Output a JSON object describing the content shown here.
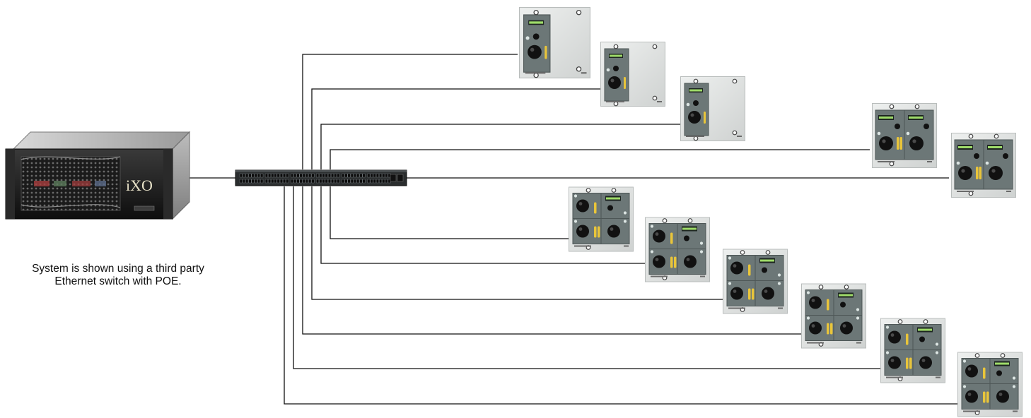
{
  "caption": {
    "line1": "System is shown using a third party",
    "line2": "Ethernet switch with POE."
  },
  "server": {
    "brand": "iXO"
  },
  "colors": {
    "cable": "#111111",
    "panel_face": "#e3e5e4",
    "module": "#6c7777",
    "knob": "#111111",
    "led_display": "#9fdc6a",
    "amber_lamp": "#e9c53a"
  },
  "icons": {
    "server": "rack-server-icon",
    "switch": "ethernet-switch-icon",
    "single_panel": "single-channel-panel-icon",
    "dual_panel": "dual-channel-panel-icon",
    "quad_panel": "four-channel-panel-icon"
  }
}
